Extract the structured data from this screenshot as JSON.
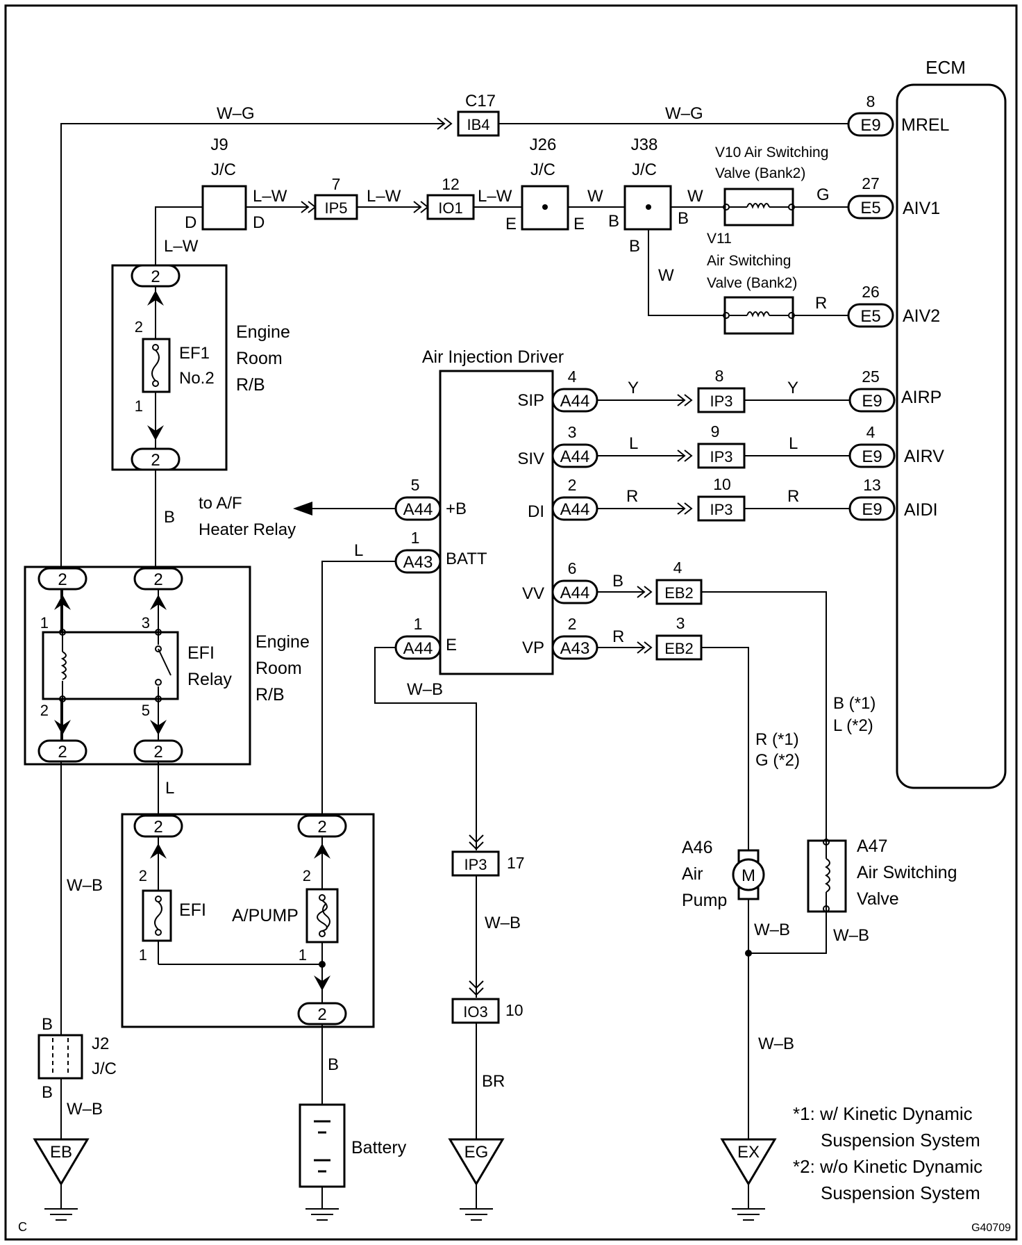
{
  "ecm_title": "ECM",
  "ecm_pins": [
    "MREL",
    "AIV1",
    "AIV2",
    "AIRP",
    "AIRV",
    "AIDI"
  ],
  "connectors": {
    "E9": "E9",
    "E5": "E5",
    "IB4": "IB4",
    "IP5": "IP5",
    "IO1": "IO1",
    "IP3": "IP3",
    "IO3": "IO3",
    "EB2": "EB2",
    "A44": "A44",
    "A43": "A43"
  },
  "junctions": {
    "C17": "C17",
    "J9": "J9",
    "J26": "J26",
    "J38": "J38",
    "J2": "J2",
    "JC": "J/C"
  },
  "wire_colors": {
    "WG": "W–G",
    "LW": "L–W",
    "W": "W",
    "G": "G",
    "R": "R",
    "Y": "Y",
    "L": "L",
    "B": "B",
    "WB": "W–B",
    "BR": "BR",
    "B1L2": [
      "B (*1)",
      "L (*2)"
    ],
    "R1G2": [
      "R (*1)",
      "G (*2)"
    ]
  },
  "pin_numbers": {
    "n1": "1",
    "n2": "2",
    "n3": "3",
    "n4": "4",
    "n5": "5",
    "n6": "6",
    "n7": "7",
    "n8": "8",
    "n9": "9",
    "n10": "10",
    "n12": "12",
    "n13": "13",
    "n17": "17",
    "n25": "25",
    "n26": "26",
    "n27": "27"
  },
  "terminal_letters": {
    "D": "D",
    "E": "E",
    "B": "B"
  },
  "components": {
    "v10": [
      "V10 Air Switching",
      "Valve (Bank2)"
    ],
    "v11": [
      "V11",
      "Air Switching",
      "Valve (Bank2)"
    ],
    "ef1": [
      "EF1",
      "No.2"
    ],
    "eng_rb": [
      "Engine",
      "Room",
      "R/B"
    ],
    "efi_relay": [
      "EFI",
      "Relay"
    ],
    "efi_fuse": "EFI",
    "apump_fuse": "A/PUMP",
    "aid_title": "Air Injection Driver",
    "aid_pins": [
      "SIP",
      "SIV",
      "DI",
      "+B",
      "BATT",
      "VV",
      "VP",
      "E"
    ],
    "af_heater": [
      "to A/F",
      "Heater Relay"
    ],
    "a46": [
      "A46",
      "Air",
      "Pump"
    ],
    "a47": [
      "A47",
      "Air Switching",
      "Valve"
    ],
    "motor": "M",
    "battery": "Battery"
  },
  "grounds": [
    "EB",
    "EG",
    "EX"
  ],
  "notes": [
    "*1: w/ Kinetic Dynamic",
    "Suspension System",
    "*2: w/o Kinetic Dynamic",
    "Suspension System"
  ],
  "corner": {
    "left": "C",
    "right": "G40709"
  }
}
